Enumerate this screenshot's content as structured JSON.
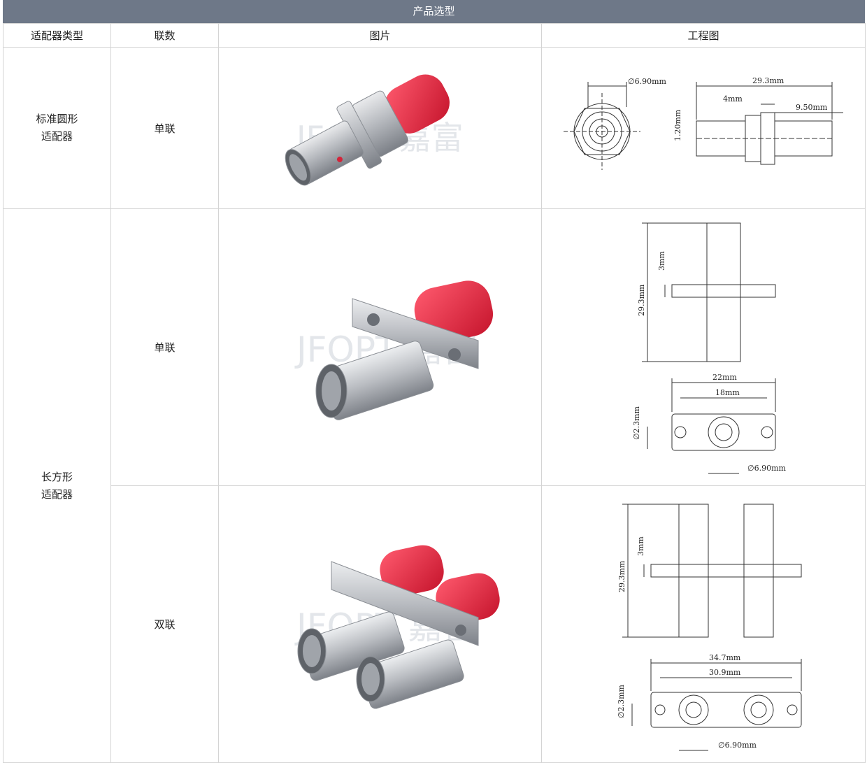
{
  "title": "产品选型",
  "headers": [
    "适配器类型",
    "联数",
    "图片",
    "工程图"
  ],
  "rows": [
    {
      "type_line1": "标准圆形",
      "type_line2": "适配器",
      "count": "单联",
      "photo": "st-round-adapter-single",
      "drawing": {
        "diameter": "∅6.90mm",
        "length": "29.3mm",
        "seg1": "4mm",
        "seg2": "9.50mm",
        "thread": "1.20mm"
      }
    },
    {
      "type_line1": "长方形",
      "type_line2": "适配器",
      "count": "单联",
      "photo": "st-rect-adapter-single",
      "drawing": {
        "height": "29.3mm",
        "flange": "3mm",
        "width": "22mm",
        "pitch": "18mm",
        "hole": "∅2.3mm",
        "diameter": "∅6.90mm"
      }
    },
    {
      "count": "双联",
      "photo": "st-rect-adapter-duplex",
      "drawing": {
        "height": "29.3mm",
        "flange": "3mm",
        "width": "34.7mm",
        "pitch": "30.9mm",
        "hole": "∅2.3mm",
        "diameter": "∅6.90mm"
      }
    }
  ],
  "watermark_text": "JFOPT 嘉富",
  "colors": {
    "header_bg": "#6e7888",
    "cap_red": "#e0203a",
    "border": "#d4d4d4"
  }
}
